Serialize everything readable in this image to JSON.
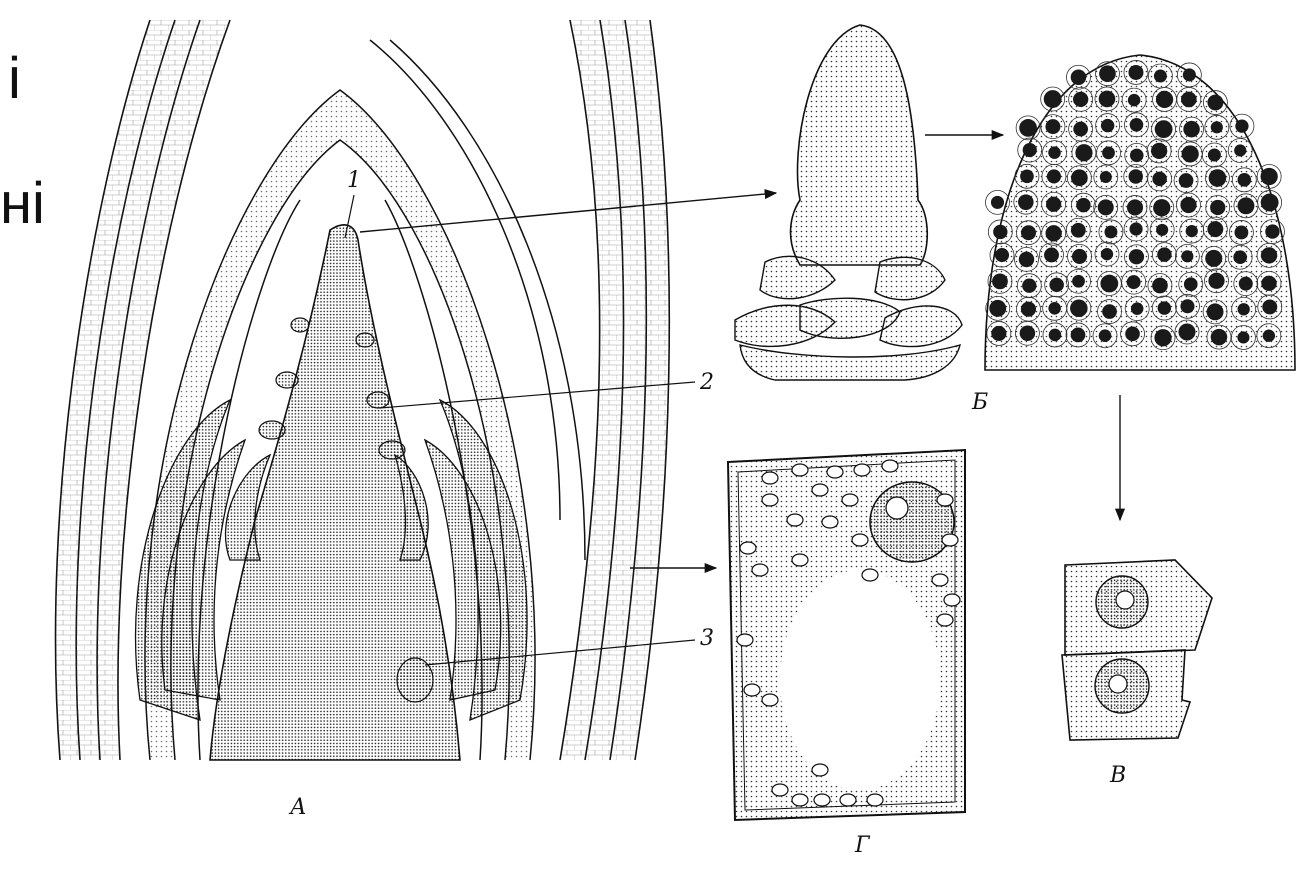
{
  "slide_fragments": {
    "line1": "і",
    "line2": "ні"
  },
  "callouts": {
    "n1": "1",
    "n2": "2",
    "n3": "3"
  },
  "panels": {
    "A": "А",
    "B": "Б",
    "V": "В",
    "G": "Г"
  },
  "colors": {
    "ink": "#111111",
    "stipple": "#2a2a2a",
    "paper": "#ffffff"
  }
}
